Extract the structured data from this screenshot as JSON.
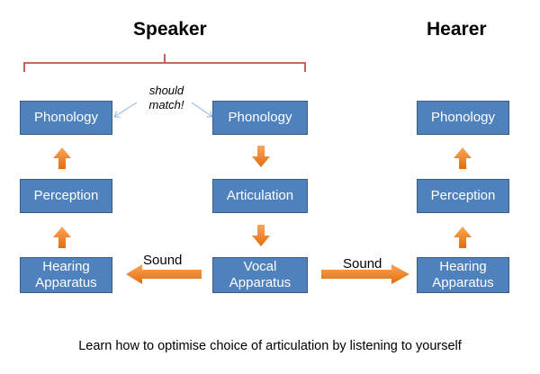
{
  "headings": {
    "speaker": "Speaker",
    "hearer": "Hearer"
  },
  "boxes": {
    "speaker_phonology": "Phonology",
    "speaker_perception": "Perception",
    "speaker_hearing": "Hearing Apparatus",
    "mid_phonology": "Phonology",
    "mid_articulation": "Articulation",
    "mid_vocal": "Vocal Apparatus",
    "hearer_phonology": "Phonology",
    "hearer_perception": "Perception",
    "hearer_hearing": "Hearing Apparatus"
  },
  "labels": {
    "sound_left": "Sound",
    "sound_right": "Sound",
    "should_match": "should match!"
  },
  "caption": "Learn how to optimise choice of articulation by listening to yourself",
  "colors": {
    "box_fill": "#4f81bd",
    "box_border": "#385d8a",
    "arrow": "#f79646",
    "brace": "#c0504d",
    "thin_arrow": "#8eb4e3"
  }
}
